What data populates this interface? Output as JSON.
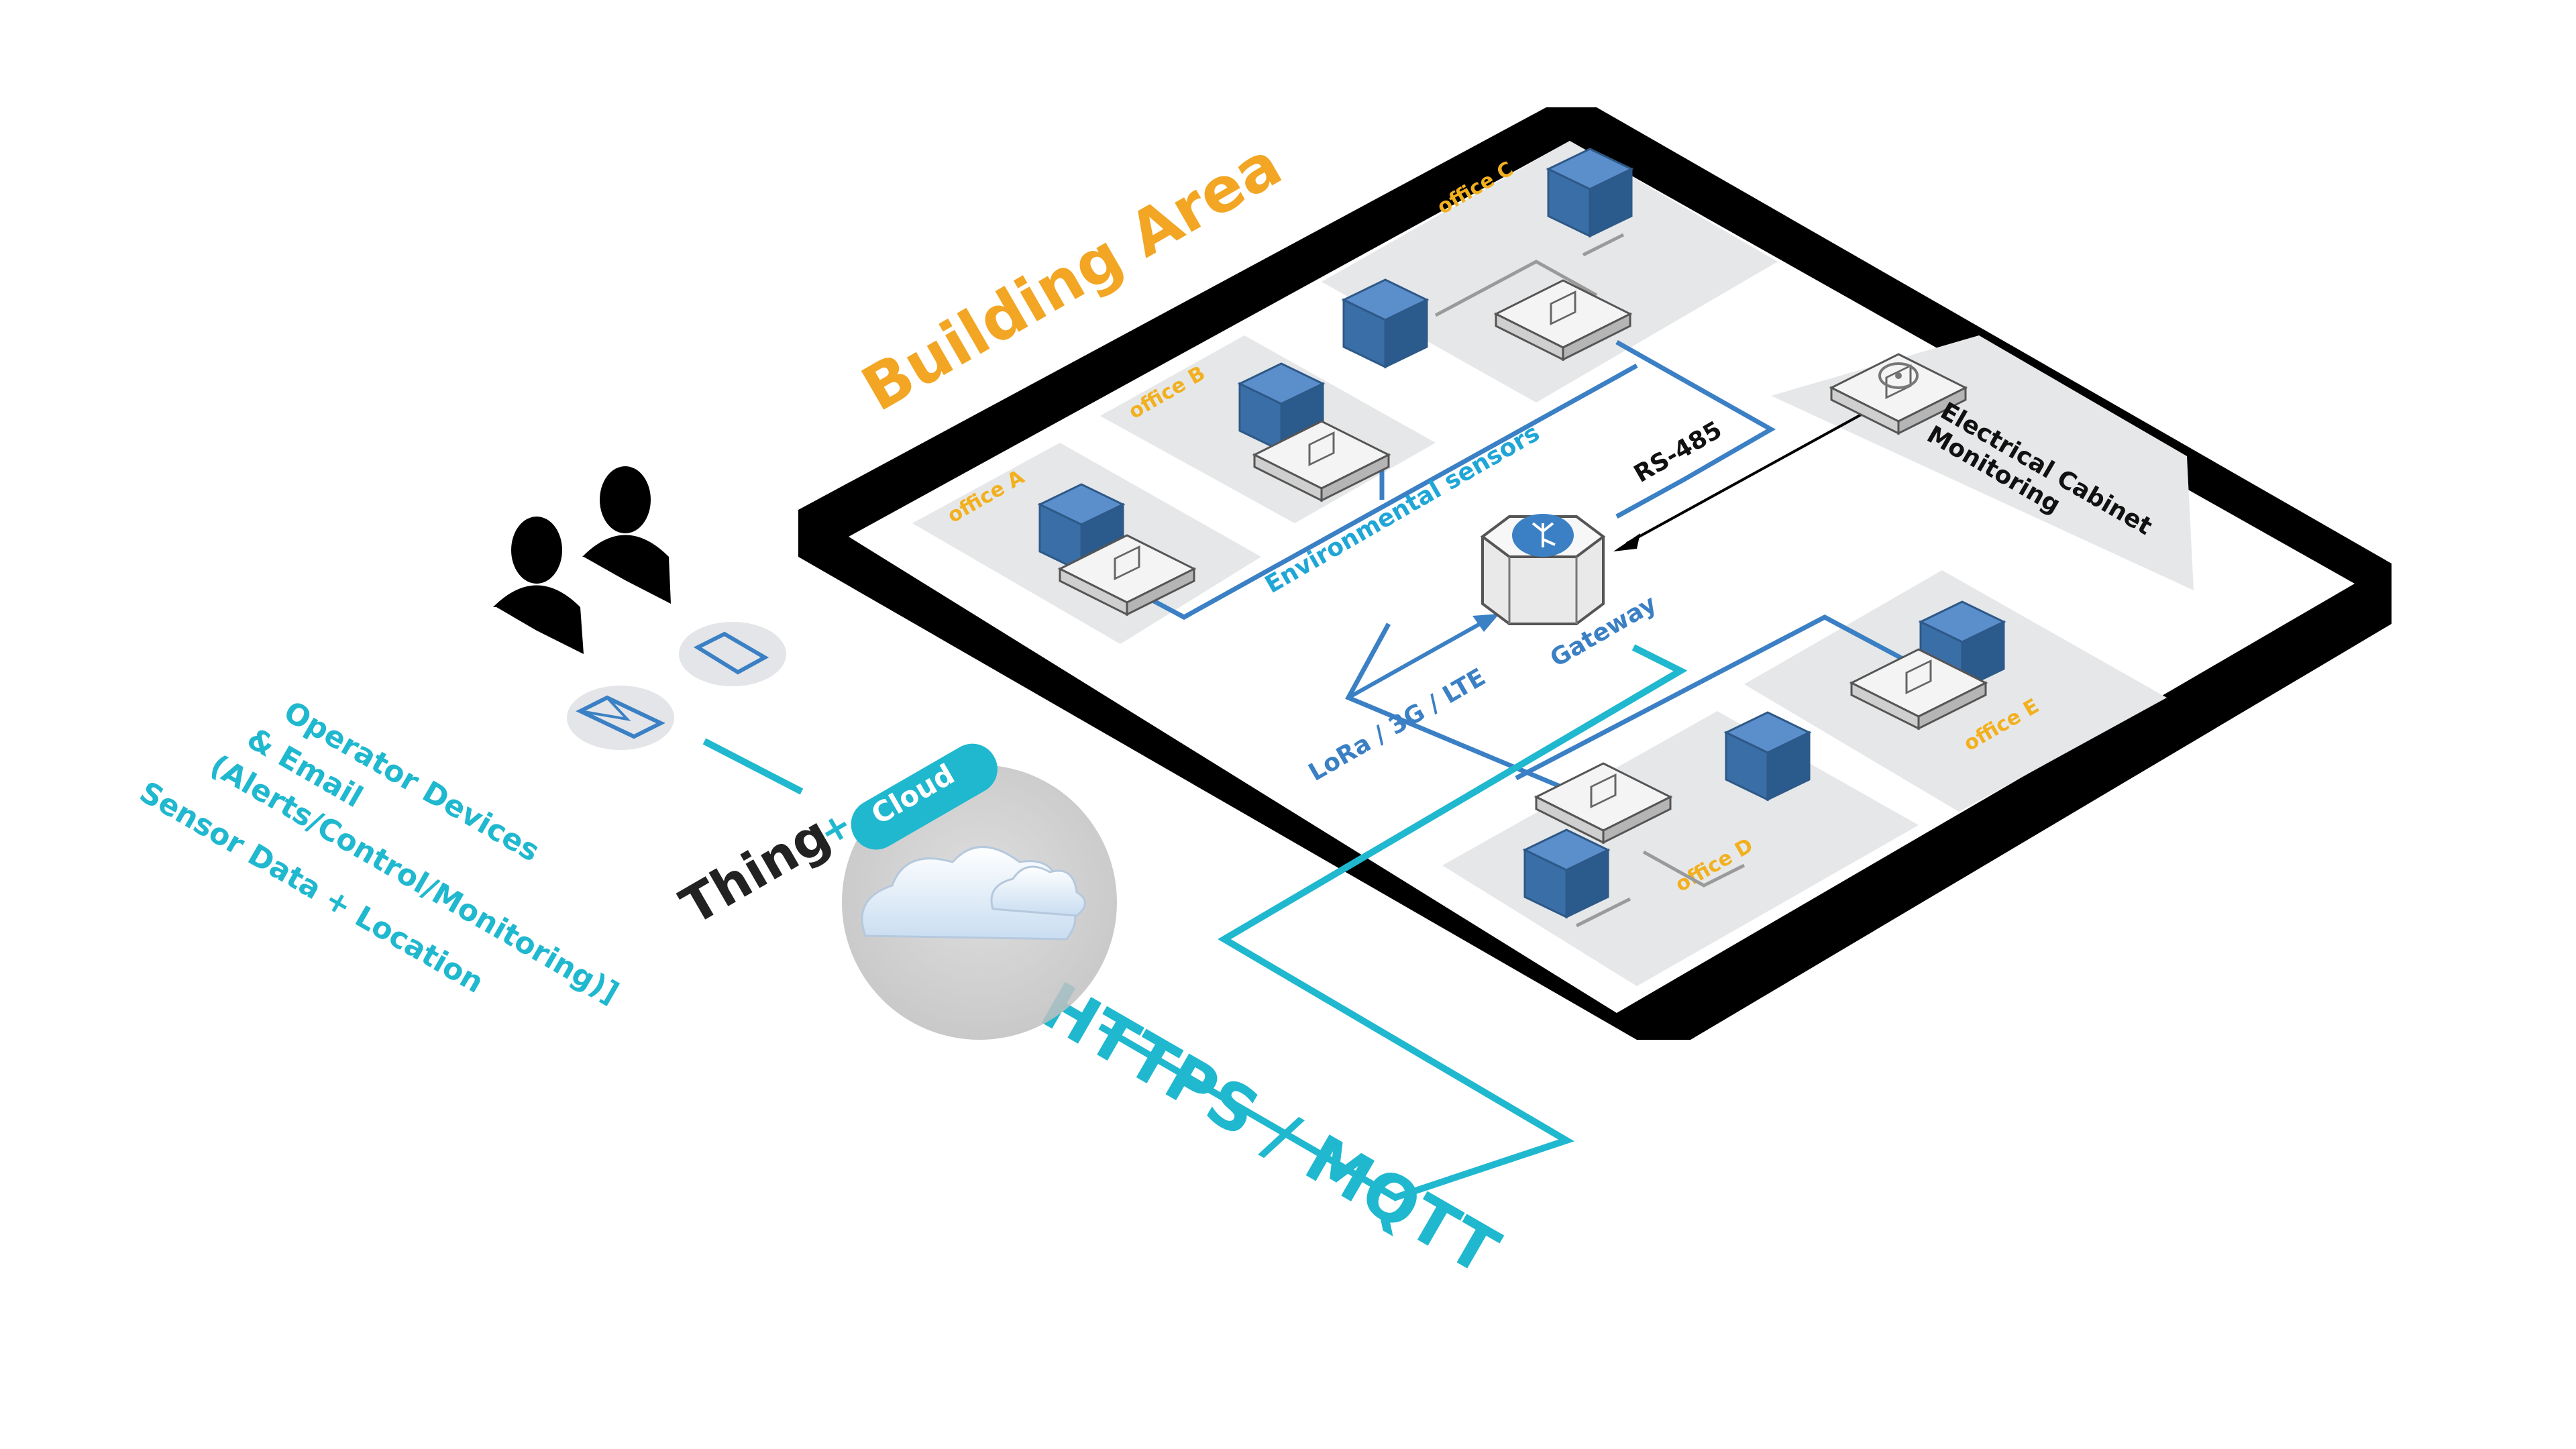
{
  "title": "Building Area",
  "offices": {
    "a": "office A",
    "b": "office B",
    "c": "office C",
    "d": "office D",
    "e": "office E"
  },
  "labels": {
    "environmental_sensors": "Environmental sensors",
    "rs485": "RS-485",
    "electrical_line1": "Electrical Cabinet",
    "electrical_line2": "Monitoring",
    "gateway": "Gateway",
    "lora": "LoRa / 3G / LTE",
    "https_mqtt": "HTTPS / MQTT",
    "operator_line1": "Operator Devices",
    "operator_line2": "& Email",
    "operator_line3": "(Alerts/Control/Monitoring)]",
    "sensor_data": "Sensor Data + Location"
  },
  "brand": {
    "name": "Thing",
    "plus": "+",
    "cloud": "Cloud"
  },
  "colors": {
    "building_border": "#000000",
    "office_floor": "#e6e7e8",
    "title_orange": "#f2a623",
    "office_label": "#f2b01e",
    "cube_blue": "#3b6fa8",
    "link_blue": "#3b80c4",
    "cloud_cyan": "#1fb8cf",
    "text_dark": "#222222"
  },
  "icons": {
    "users": "users-icon",
    "tablet": "tablet-icon",
    "email": "email-icon",
    "cloud": "cloud-icon",
    "gateway": "gateway-icon",
    "sensor": "sensor-chip-icon",
    "meter": "meter-icon"
  }
}
